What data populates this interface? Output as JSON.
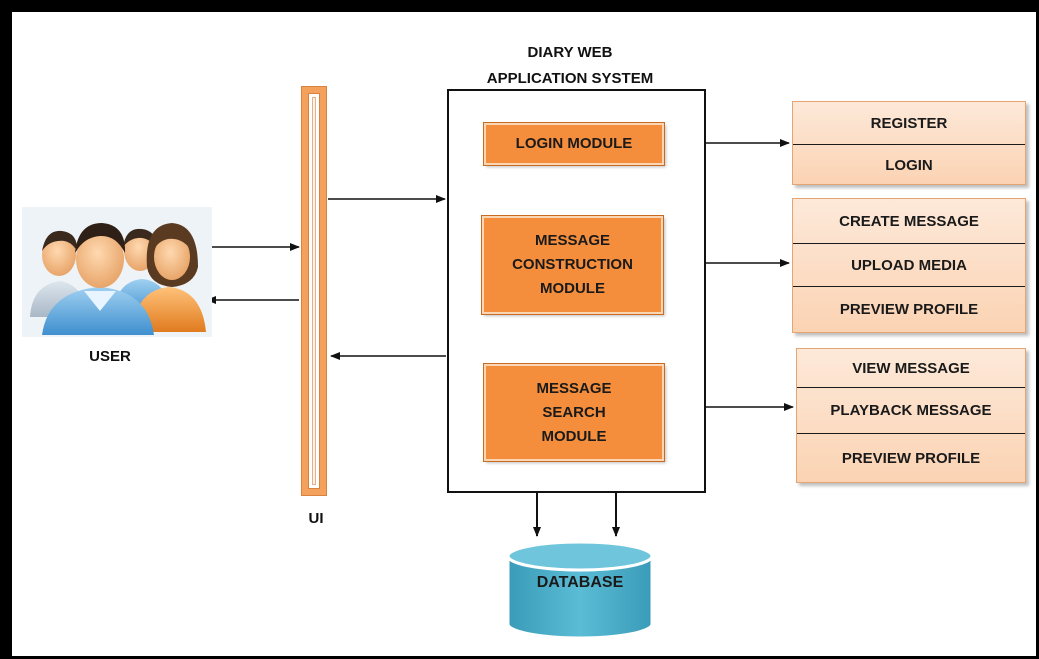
{
  "diagram": {
    "system_title": "DIARY WEB\nAPPLICATION SYSTEM",
    "user_label": "USER",
    "ui_label": "UI",
    "modules": {
      "login": "LOGIN MODULE",
      "construction": "MESSAGE\nCONSTRUCTION\nMODULE",
      "search": "MESSAGE\nSEARCH\nMODULE"
    },
    "login_actions": [
      "REGISTER",
      "LOGIN"
    ],
    "construction_actions": [
      "CREATE MESSAGE",
      "UPLOAD MEDIA",
      "PREVIEW PROFILE"
    ],
    "search_actions": [
      "VIEW MESSAGE",
      "PLAYBACK MESSAGE",
      "PREVIEW PROFILE"
    ],
    "database_label": "DATABASE",
    "icons": [
      "users-group-icon",
      "database-icon"
    ],
    "colors": {
      "module_fill": "#f58e3c",
      "action_fill": "#fbd3b3",
      "database_fill": "#4bacc6",
      "frame": "#000000"
    }
  }
}
